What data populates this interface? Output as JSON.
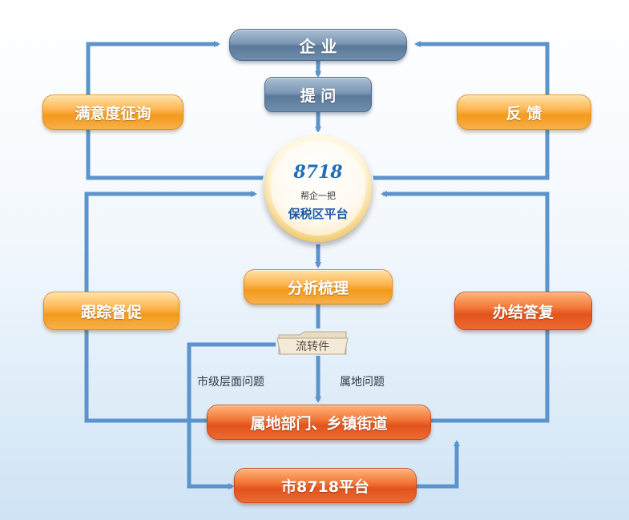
{
  "nodes": {
    "enterprise": "企  业",
    "ask": "提  问",
    "satisfaction": "满意度征询",
    "feedback": "反  馈",
    "analyze": "分析梳理",
    "track": "跟踪督促",
    "resolve": "办结答复",
    "local_dept": "属地部门、乡镇街道",
    "city_platform": "市8718平台"
  },
  "platform": {
    "logo_mark": "8718",
    "logo_sub": "帮企一把",
    "title": "保税区平台"
  },
  "flow_doc": "流转件",
  "edge_labels": {
    "city_issue": "市级层面问题",
    "local_issue": "属地问题"
  },
  "colors": {
    "arrow": "#5b94cc",
    "node_blue": "#6f8eae",
    "node_orange": "#f39a1c",
    "node_red": "#e2531d"
  }
}
